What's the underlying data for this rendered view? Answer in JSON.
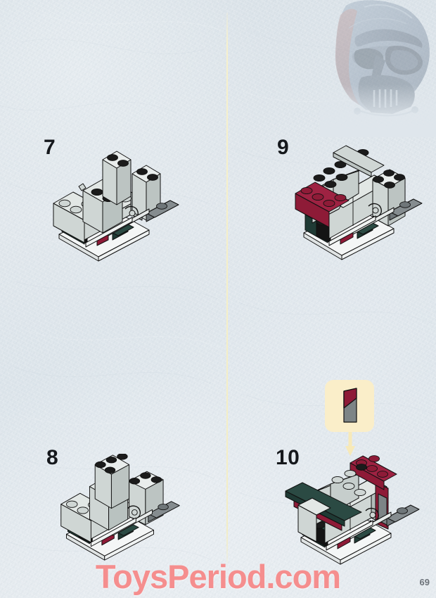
{
  "document": {
    "type": "lego-instruction-manual-page",
    "page_number": "69",
    "watermark_text": "ToysPeriod.com",
    "watermark_color": "#f58e8e",
    "background_color": "#dde4ea",
    "divider_color": "#f5efc8"
  },
  "decoration": {
    "vader_image_label": "darth-vader-helmet-watermark"
  },
  "steps": [
    {
      "number": "7",
      "position": "top-left",
      "description": "Assembly with light grey bricks, black studs, dark green and dark red accents"
    },
    {
      "number": "9",
      "position": "top-right",
      "description": "Assembly with dark red 1x4 plate added and sloped light grey roof"
    },
    {
      "number": "8",
      "position": "bottom-left",
      "description": "Assembly with additional light grey wall bricks and black studs"
    },
    {
      "number": "10",
      "position": "bottom-right",
      "description": "Assembly with dark green wing, dark red stripe and sloped canopy"
    }
  ],
  "callout": {
    "step": "10",
    "background_color": "#faeec9",
    "arrow_color": "#f7e9b8",
    "part_label": "dark-red-grey-slope-piece",
    "part_colors": [
      "#8e1b37",
      "#7d8486"
    ]
  },
  "palette": {
    "brick_light_grey": "#cfd6d4",
    "brick_light_grey_shade": "#b9c2c0",
    "stud_black": "#1b1b1b",
    "dark_green": "#1f3a34",
    "dark_red": "#8e1b37",
    "outline": "#111111",
    "plate_grey": "#6f7679",
    "white_plate": "#f4f6f6"
  }
}
